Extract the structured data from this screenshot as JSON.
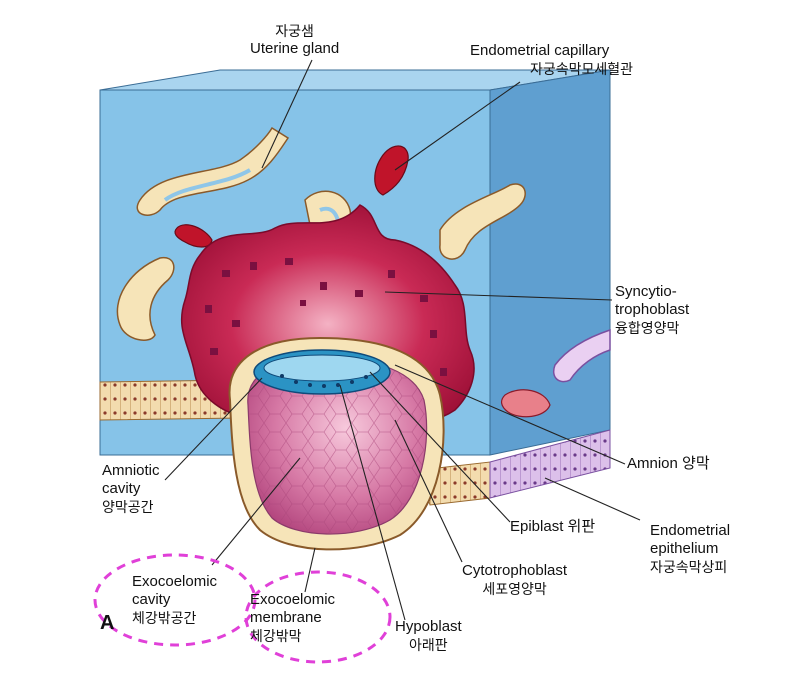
{
  "colors": {
    "front_face": "#86c3e8",
    "side_face": "#5f9fd0",
    "epithelium_front": "#f3dcae",
    "epithelium_side": "#d9b8e6",
    "syncytio": "#b8173e",
    "cytotrophoblast": "#f6e4b8",
    "lacunae": "#7a1040",
    "epiblast": "#2b93c4",
    "highlight": "#e040d8"
  },
  "labels": {
    "uterine_gland_ko": "자궁샘",
    "uterine_gland_en": "Uterine gland",
    "capillary_en": "Endometrial capillary",
    "capillary_ko": "자궁속막모세혈관",
    "syncytio_line1": "Syncytio-",
    "syncytio_line2": "trophoblast",
    "syncytio_ko": "융합영양막",
    "amnion": "Amnion  양막",
    "endo_epi_line1": "Endometrial",
    "endo_epi_line2": "epithelium",
    "endo_epi_ko": "자궁속막상피",
    "epiblast": "Epiblast  위판",
    "cyto_en": "Cytotrophoblast",
    "cyto_ko": "세포영양막",
    "hypoblast_en": "Hypoblast",
    "hypoblast_ko": "아래판",
    "exo_membrane_line1": "Exocoelomic",
    "exo_membrane_line2": "membrane",
    "exo_membrane_ko": "체강밖막",
    "exo_cavity_line1": "Exocoelomic",
    "exo_cavity_line2": "cavity",
    "exo_cavity_ko": "체강밖공간",
    "amniotic_line1": "Amniotic",
    "amniotic_line2": "cavity",
    "amniotic_ko": "양막공간",
    "figure_letter": "A"
  }
}
